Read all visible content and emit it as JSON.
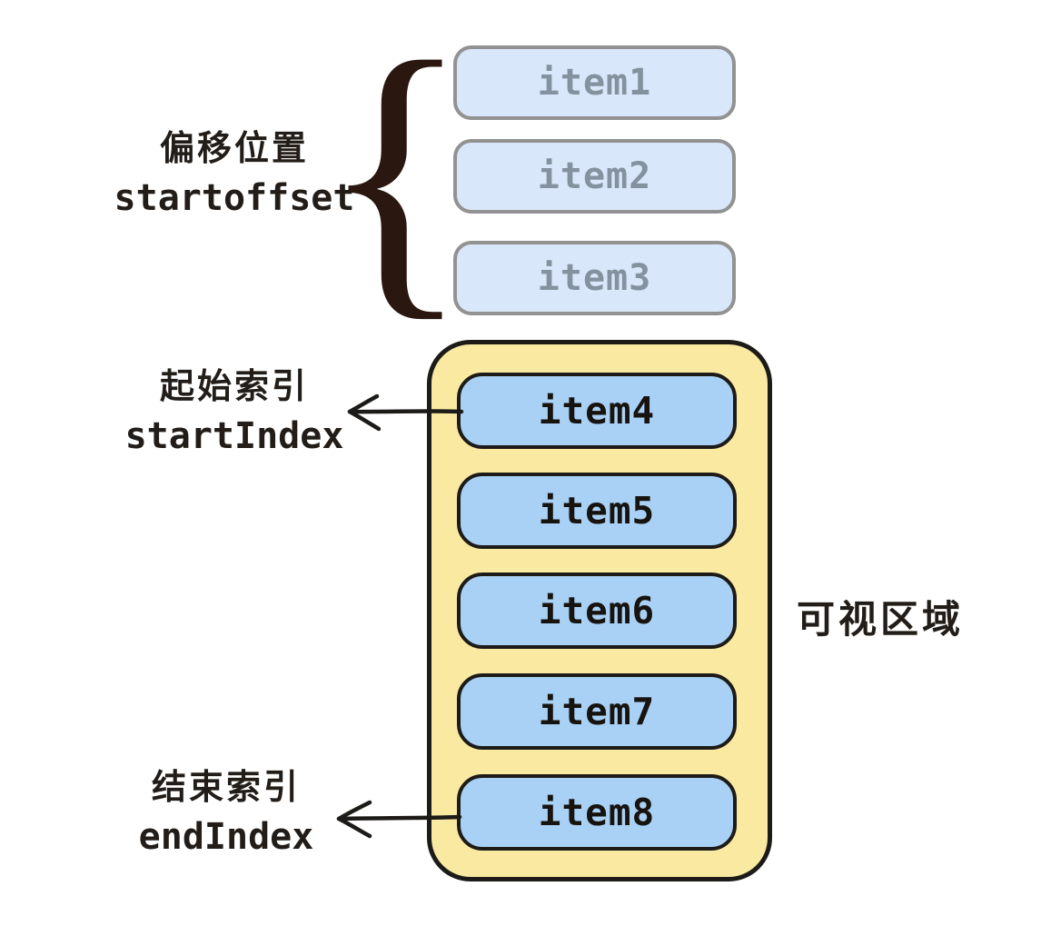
{
  "offset_group": {
    "label_cn": "偏移位置",
    "label_code": "startoffset",
    "brace": "{",
    "items": [
      "item1",
      "item2",
      "item3"
    ]
  },
  "viewport": {
    "label": "可视区域",
    "items": [
      "item4",
      "item5",
      "item6",
      "item7",
      "item8"
    ]
  },
  "start_index": {
    "label_cn": "起始索引",
    "label_code": "startIndex"
  },
  "end_index": {
    "label_cn": "结束索引",
    "label_code": "endIndex"
  },
  "colors": {
    "offscreen_bg": "#d8e7fa",
    "offscreen_border": "#929292",
    "offscreen_text": "#84929f",
    "viewport_bg": "#fae9a1",
    "line_dark": "#1d1b18",
    "item_bg": "#a9d1f5",
    "text_dark": "#17130f",
    "brace_color": "#2a170f",
    "label_color": "#221d18"
  }
}
